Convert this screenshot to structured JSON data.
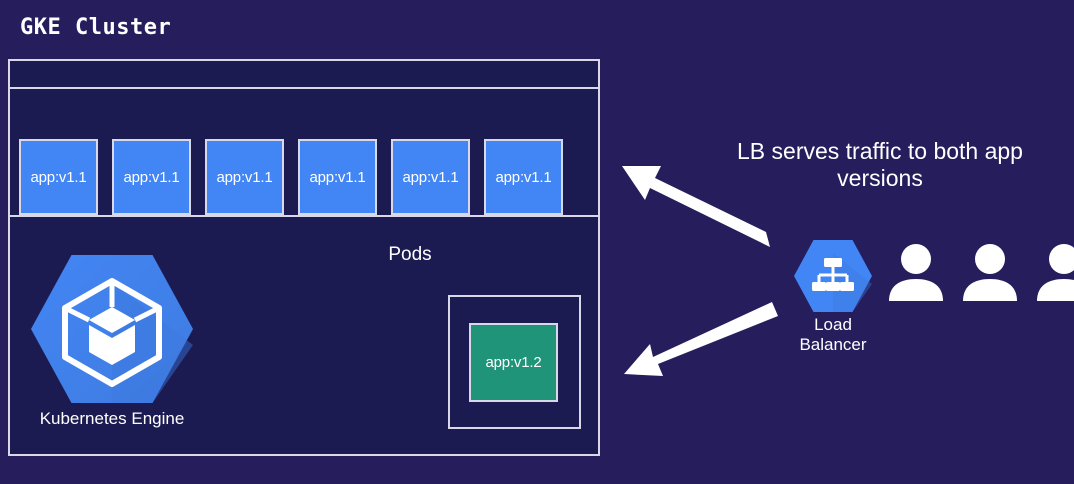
{
  "diagram": {
    "title": "GKE Cluster",
    "background_color": "#251d5c",
    "cluster_background_color": "#1b1b52",
    "border_color": "#d8d8e8"
  },
  "cluster": {
    "pods_label": "Pods",
    "stable_pods": [
      {
        "label": "app:v1.1"
      },
      {
        "label": "app:v1.1"
      },
      {
        "label": "app:v1.1"
      },
      {
        "label": "app:v1.1"
      },
      {
        "label": "app:v1.1"
      },
      {
        "label": "app:v1.1"
      }
    ],
    "stable_pod_color": "#4285f4",
    "canary_pod": {
      "label": "app:v1.2",
      "color": "#1f9478"
    },
    "gke": {
      "label": "Kubernetes Engine",
      "icon": "gke-hexagon-icon",
      "icon_color": "#4285f4"
    }
  },
  "right_panel": {
    "caption_line1": "LB serves traffic to both app",
    "caption_line2": "versions",
    "load_balancer": {
      "label_line1": "Load",
      "label_line2": "Balancer",
      "icon": "load-balancer-hexagon-icon",
      "icon_color": "#4285f4"
    },
    "users": [
      {
        "icon": "user-icon"
      },
      {
        "icon": "user-icon"
      },
      {
        "icon": "user-icon"
      }
    ],
    "arrows": [
      {
        "name": "arrow-to-stable-pods",
        "direction": "left-up",
        "color": "#ffffff"
      },
      {
        "name": "arrow-to-canary-pod",
        "direction": "left-down",
        "color": "#ffffff"
      }
    ]
  }
}
